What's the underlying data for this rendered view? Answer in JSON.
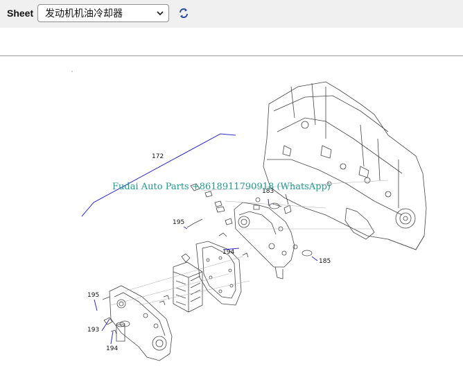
{
  "toolbar": {
    "sheet_label": "Sheet",
    "sheet_selected": "发动机机油冷却器",
    "refresh_icon": "refresh-icon",
    "dropdown_icon": "chevron-down-icon"
  },
  "diagram": {
    "watermark": "Fudai Auto Parts +8618911790918 (WhatsApp)",
    "callouts": {
      "c172": "172",
      "c183": "183",
      "c195a": "195",
      "c194a": "194",
      "c185": "185",
      "c195b": "195",
      "c193": "193",
      "c194b": "194"
    },
    "leader_color": "#2b2bd6",
    "watermark_color": "#1f9a8f"
  }
}
